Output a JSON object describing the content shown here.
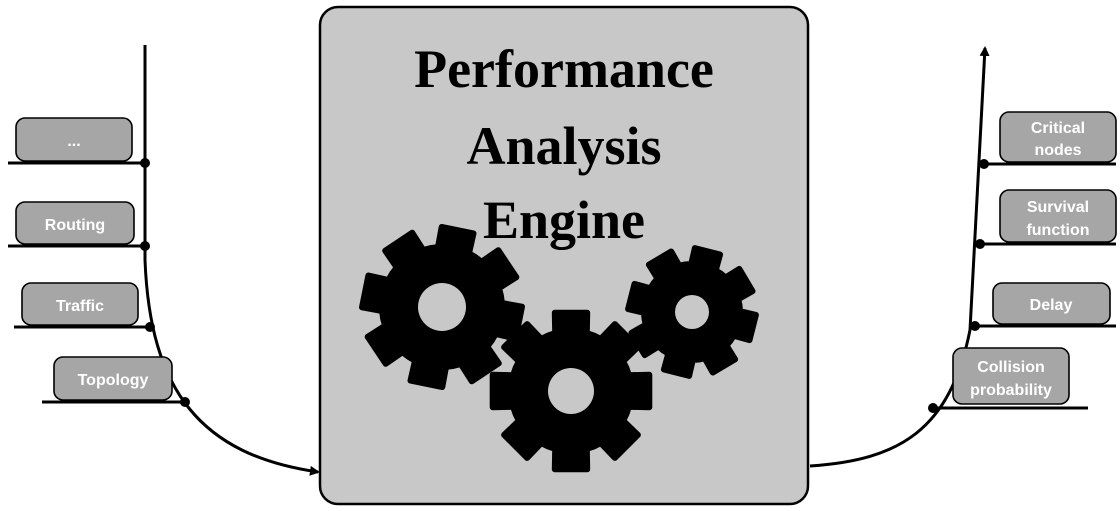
{
  "engine": {
    "title_lines": [
      "Performance",
      "Analysis",
      "Engine"
    ]
  },
  "inputs": [
    {
      "label_lines": [
        "..."
      ]
    },
    {
      "label_lines": [
        "Routing"
      ]
    },
    {
      "label_lines": [
        "Traffic"
      ]
    },
    {
      "label_lines": [
        "Topology"
      ]
    }
  ],
  "outputs": [
    {
      "label_lines": [
        "Critical",
        "nodes"
      ]
    },
    {
      "label_lines": [
        "Survival",
        "function"
      ]
    },
    {
      "label_lines": [
        "Delay"
      ]
    },
    {
      "label_lines": [
        "Collision",
        "probability"
      ]
    }
  ],
  "colors": {
    "engine_fill": "#c8c8c8",
    "tag_fill": "#a6a6a6",
    "gear_fill": "#000000"
  },
  "icons": [
    "gear-icon",
    "gear-icon",
    "gear-icon"
  ]
}
